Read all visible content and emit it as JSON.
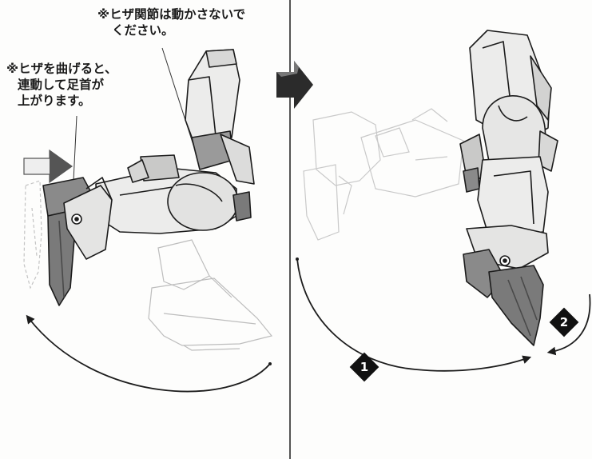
{
  "notes": {
    "knee_joint": {
      "line1": "※ヒザ関節は動かさないで",
      "line2": "ください。"
    },
    "bend_knee": {
      "line1": "※ヒザを曲げると、",
      "line2": "連動して足首が",
      "line3": "上がります。"
    }
  },
  "steps": {
    "step1": "1",
    "step2": "2"
  },
  "colors": {
    "line": "#1c1c1c",
    "armor_light": "#ececeb",
    "armor_mid": "#c9c9c8",
    "armor_dark": "#7a7a7a",
    "ghost": "#b8b8b8"
  }
}
